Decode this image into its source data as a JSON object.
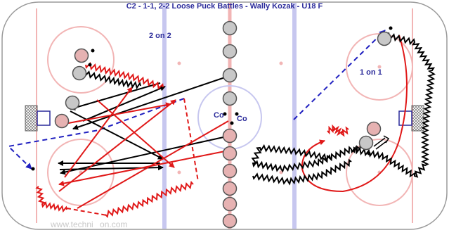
{
  "title": "C2 - 1-1, 2-2 Loose Puck Battles - Wally Kozak - U18 F",
  "labels": {
    "two_on_two": "2 on 2",
    "one_on_one": "1 on 1",
    "coach_a": "Co",
    "coach_b": "Co"
  },
  "watermark": "www.techni",
  "watermark_tail": "on.com",
  "colors": {
    "rink_line_red": "#f2b5b5",
    "blue_line": "#c7c7ef",
    "player_fill": "#c8c8c8",
    "forward_fill": "#e6b2b2",
    "arrow_red": "#e01818",
    "arrow_black": "#000000",
    "pass_blue": "#2020c0",
    "title_blue": "#2a2a9a"
  }
}
